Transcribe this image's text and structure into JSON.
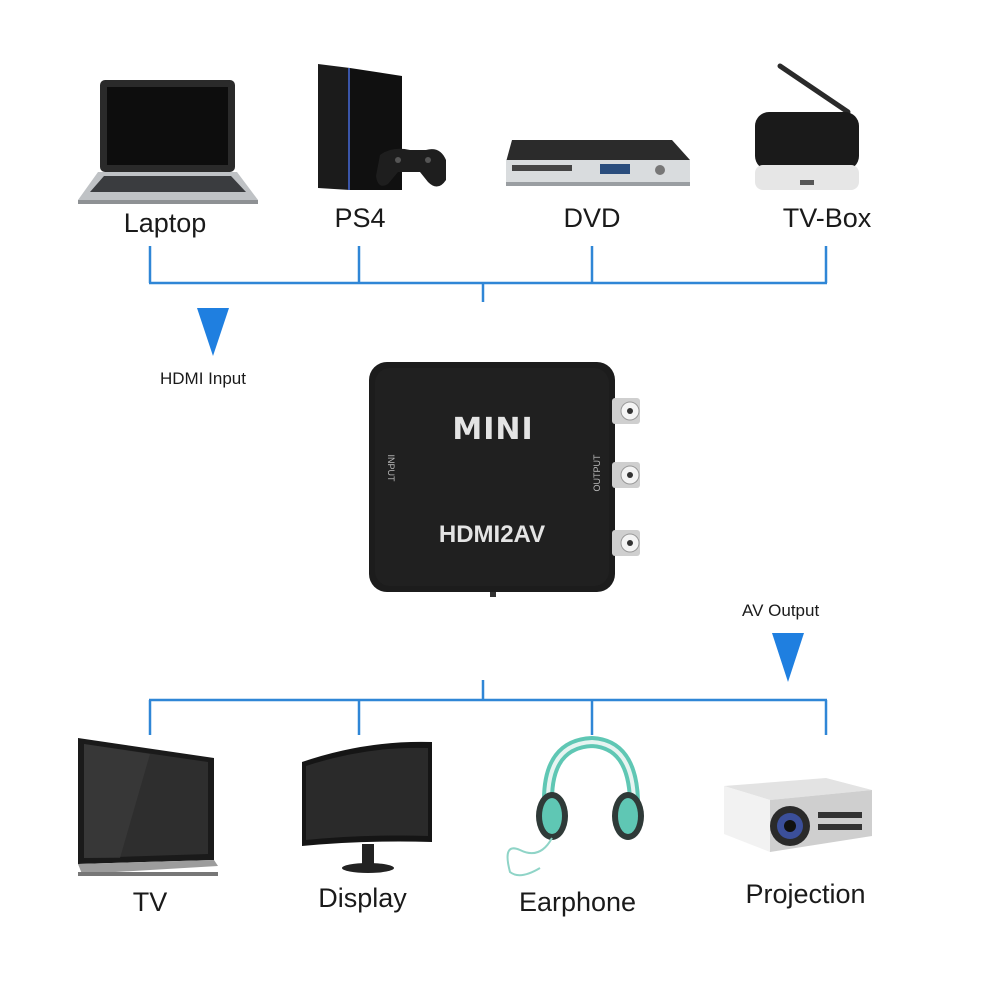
{
  "inputs": [
    {
      "label": "Laptop",
      "icon": "laptop-icon"
    },
    {
      "label": "PS4",
      "icon": "ps4-console-icon"
    },
    {
      "label": "DVD",
      "icon": "dvd-player-icon"
    },
    {
      "label": "TV-Box",
      "icon": "tv-box-icon"
    }
  ],
  "outputs": [
    {
      "label": "TV",
      "icon": "tv-icon"
    },
    {
      "label": "Display",
      "icon": "monitor-icon"
    },
    {
      "label": "Earphone",
      "icon": "headphones-icon"
    },
    {
      "label": "Projection",
      "icon": "projector-icon"
    }
  ],
  "hdmi_input_label": "HDMI Input",
  "av_output_label": "AV Output",
  "converter": {
    "brand": "MINI",
    "model": "HDMI2AV",
    "input_side": "INPUT",
    "output_side": "OUTPUT"
  },
  "colors": {
    "line": "#2f86d6",
    "arrow": "#1f7fe0",
    "device_body": "#1c1c1c"
  }
}
